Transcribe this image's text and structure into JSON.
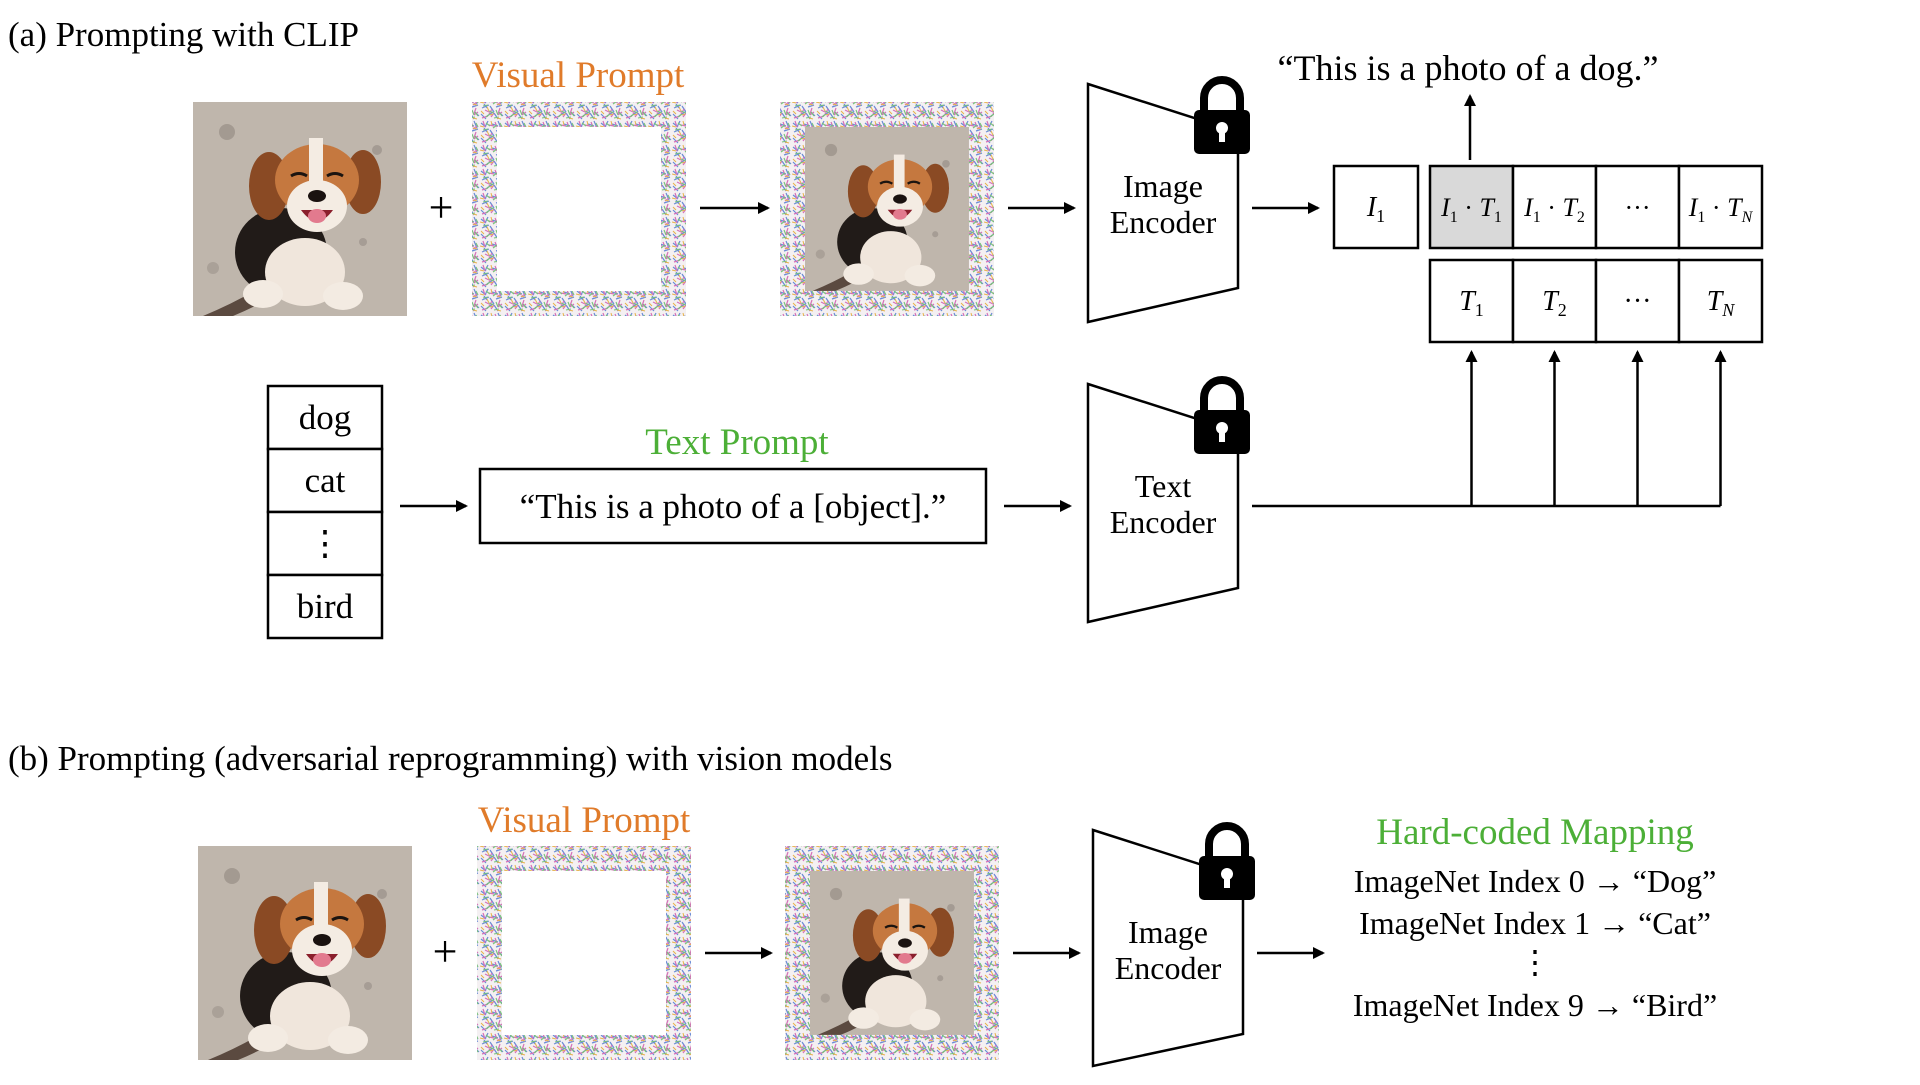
{
  "colors": {
    "visual_prompt": "#E07B2A",
    "text_prompt": "#4CAF37",
    "mapping": "#4CAF37",
    "highlight_cell": "#D9D9D9",
    "stroke": "#000000"
  },
  "section_a": {
    "title": "(a) Prompting with CLIP",
    "visual_prompt_label": "Visual Prompt",
    "plus": "+",
    "image_encoder": {
      "line1": "Image",
      "line2": "Encoder"
    },
    "output_caption": "“This is a photo of a dog.”",
    "image_embedding": "I",
    "image_embedding_sub": "1",
    "similarity_cells": [
      {
        "a": "I",
        "asub": "1",
        "op": " · ",
        "b": "T",
        "bsub": "1",
        "highlight": true
      },
      {
        "a": "I",
        "asub": "1",
        "op": " · ",
        "b": "T",
        "bsub": "2",
        "highlight": false
      },
      {
        "ellipsis": "···"
      },
      {
        "a": "I",
        "asub": "1",
        "op": " · ",
        "b": "T",
        "bsub": "N",
        "highlight": false
      }
    ],
    "text_embeddings": [
      {
        "t": "T",
        "sub": "1"
      },
      {
        "t": "T",
        "sub": "2"
      },
      {
        "ellipsis": "···"
      },
      {
        "t": "T",
        "sub": "N"
      }
    ],
    "class_list": [
      "dog",
      "cat",
      "⋮",
      "bird"
    ],
    "text_prompt_label": "Text Prompt",
    "text_prompt_template": "“This is a photo of a [object].”",
    "text_encoder": {
      "line1": "Text",
      "line2": "Encoder"
    }
  },
  "section_b": {
    "title": "(b) Prompting (adversarial reprogramming) with vision models",
    "visual_prompt_label": "Visual Prompt",
    "plus": "+",
    "image_encoder": {
      "line1": "Image",
      "line2": "Encoder"
    },
    "mapping_title": "Hard-coded Mapping",
    "mapping_lines": [
      "ImageNet Index 0 → “Dog”",
      "ImageNet Index 1 → “Cat”",
      "⋮",
      "ImageNet Index 9 → “Bird”"
    ]
  },
  "icons": [
    "dog-photo",
    "noise-frame",
    "lock-icon",
    "arrow"
  ]
}
